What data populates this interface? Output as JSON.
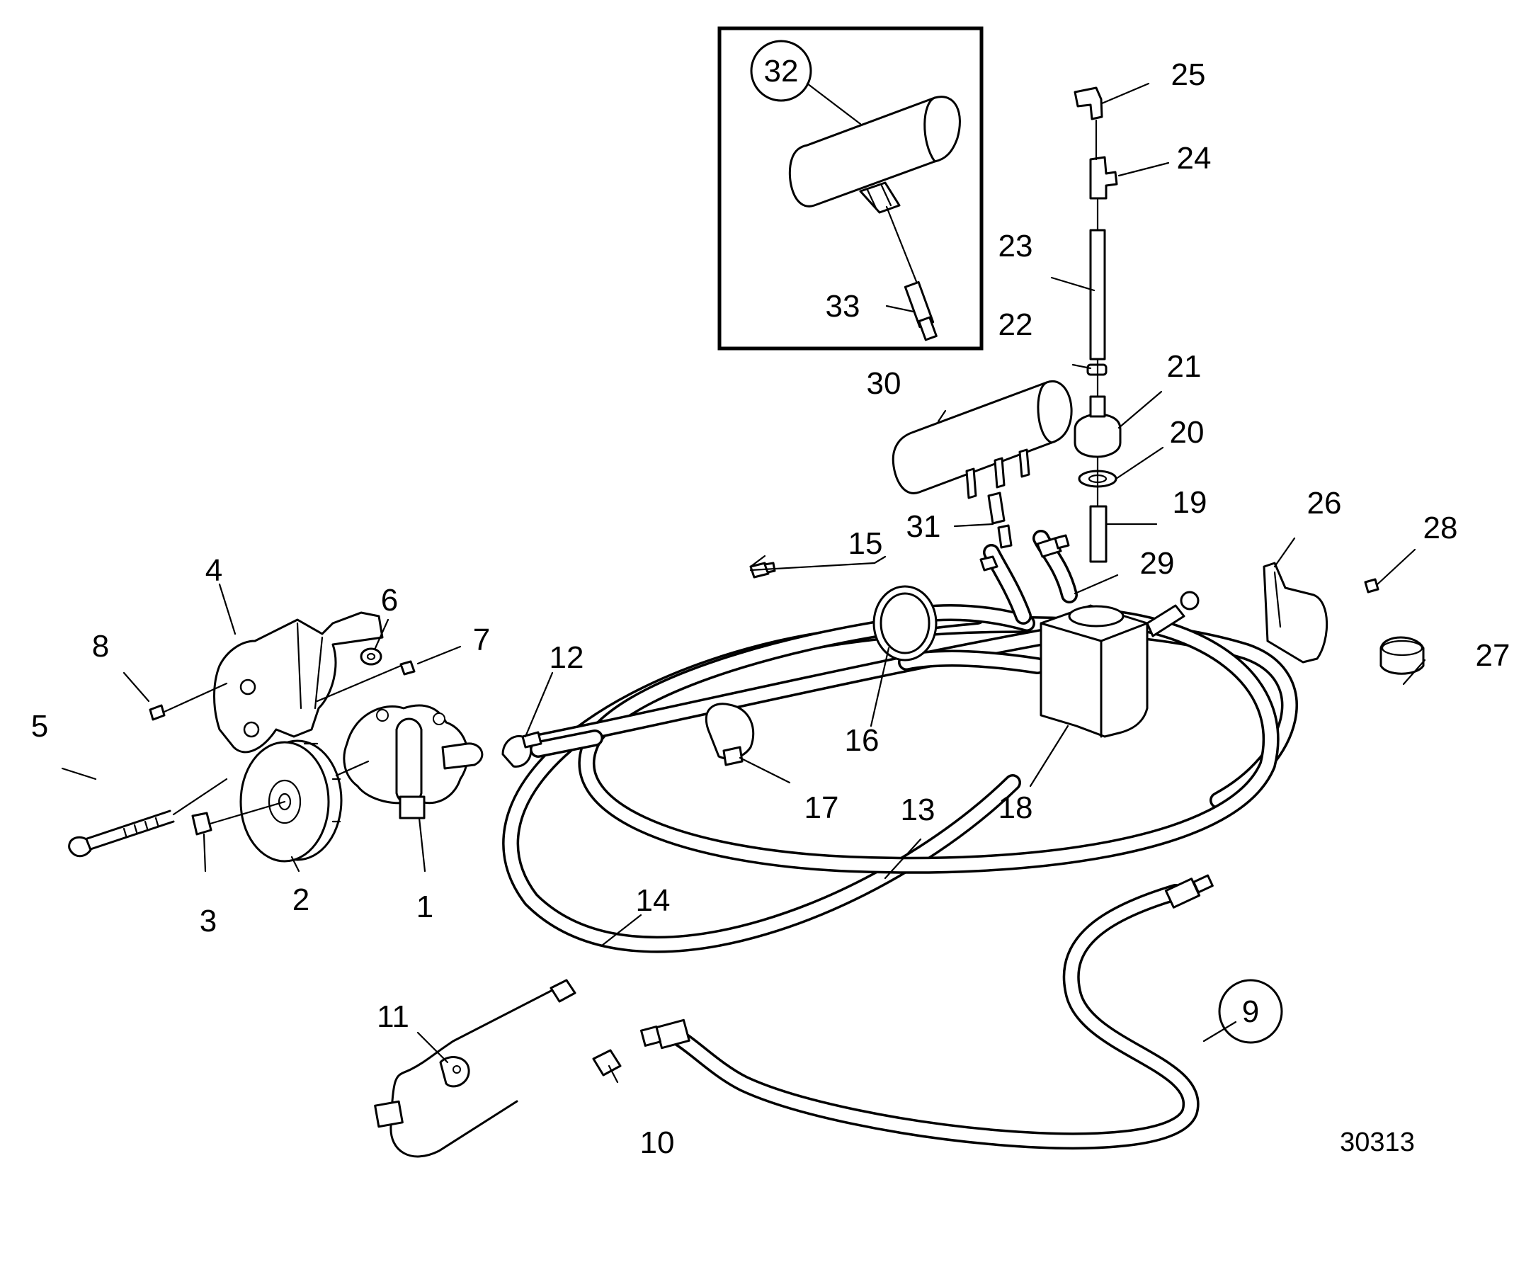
{
  "diagram": {
    "reference_number": "30313",
    "inset_box_labels": [
      "32",
      "33"
    ],
    "callouts": [
      {
        "id": "1",
        "label": "1"
      },
      {
        "id": "2",
        "label": "2"
      },
      {
        "id": "3",
        "label": "3"
      },
      {
        "id": "4",
        "label": "4"
      },
      {
        "id": "5",
        "label": "5"
      },
      {
        "id": "6",
        "label": "6"
      },
      {
        "id": "7",
        "label": "7"
      },
      {
        "id": "8",
        "label": "8"
      },
      {
        "id": "9",
        "label": "9",
        "circled": true
      },
      {
        "id": "10",
        "label": "10"
      },
      {
        "id": "11",
        "label": "11"
      },
      {
        "id": "12",
        "label": "12"
      },
      {
        "id": "13",
        "label": "13"
      },
      {
        "id": "14",
        "label": "14"
      },
      {
        "id": "15",
        "label": "15"
      },
      {
        "id": "16",
        "label": "16"
      },
      {
        "id": "17",
        "label": "17"
      },
      {
        "id": "18",
        "label": "18"
      },
      {
        "id": "19",
        "label": "19"
      },
      {
        "id": "20",
        "label": "20"
      },
      {
        "id": "21",
        "label": "21"
      },
      {
        "id": "22",
        "label": "22"
      },
      {
        "id": "23",
        "label": "23"
      },
      {
        "id": "24",
        "label": "24"
      },
      {
        "id": "25",
        "label": "25"
      },
      {
        "id": "26",
        "label": "26"
      },
      {
        "id": "27",
        "label": "27"
      },
      {
        "id": "28",
        "label": "28"
      },
      {
        "id": "29",
        "label": "29"
      },
      {
        "id": "30",
        "label": "30"
      },
      {
        "id": "31",
        "label": "31"
      },
      {
        "id": "32",
        "label": "32",
        "circled": true
      },
      {
        "id": "33",
        "label": "33"
      }
    ]
  }
}
